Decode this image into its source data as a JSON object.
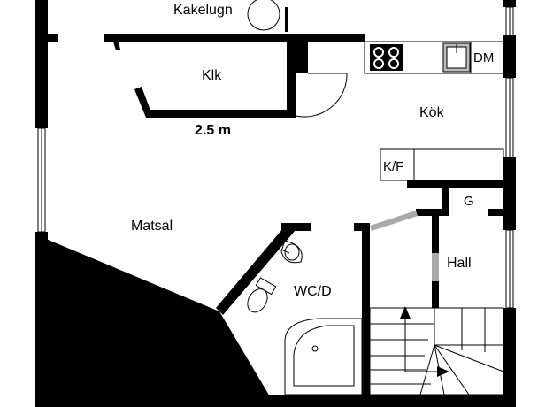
{
  "floorplan": {
    "rooms": {
      "kakelugn": "Kakelugn",
      "klk": "Klk",
      "kok": "Kök",
      "matsal": "Matsal",
      "wcd": "WC/D",
      "hall": "Hall",
      "g": "G",
      "dm": "DM",
      "kf": "K/F"
    },
    "dimension": "2.5 m"
  },
  "colors": {
    "wall": "#000000",
    "background": "#ffffff",
    "door_gray": "#a9a9a9"
  }
}
